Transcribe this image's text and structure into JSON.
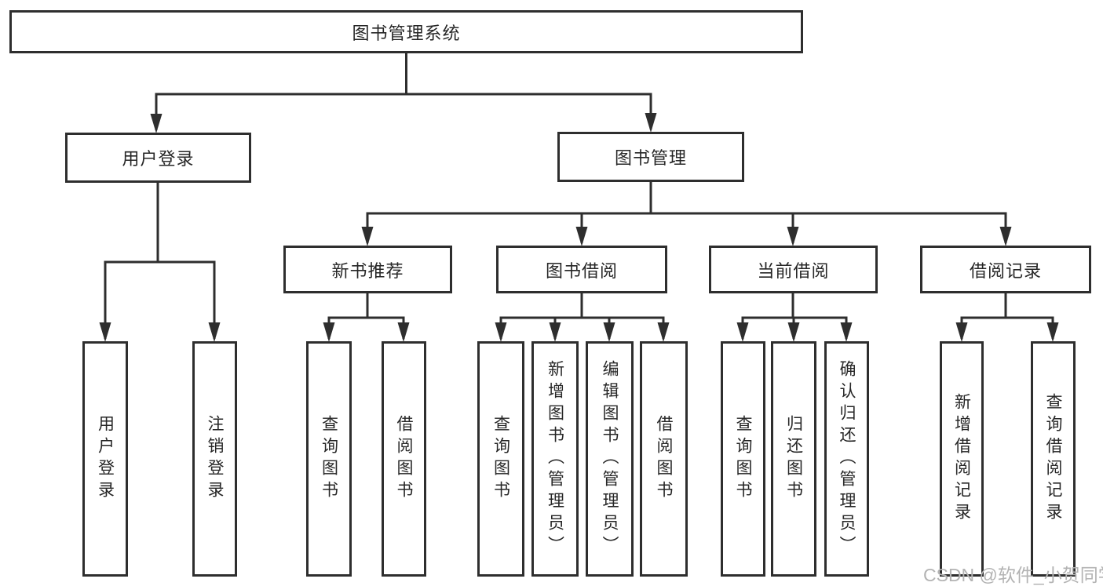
{
  "colors": {
    "line": "#2e2e2e",
    "text": "#262626",
    "watermark": "#b3b3b3",
    "background": "#ffffff"
  },
  "tree": {
    "root": "图书管理系统",
    "branches": [
      {
        "label": "用户登录",
        "leaves": [
          "用户登录",
          "注销登录"
        ]
      },
      {
        "label": "图书管理",
        "groups": [
          {
            "label": "新书推荐",
            "leaves": [
              "查询图书",
              "借阅图书"
            ]
          },
          {
            "label": "图书借阅",
            "leaves": [
              "查询图书",
              "新增图书（管理员）",
              "编辑图书（管理员）",
              "借阅图书"
            ]
          },
          {
            "label": "当前借阅",
            "leaves": [
              "查询图书",
              "归还图书",
              "确认归还（管理员）"
            ]
          },
          {
            "label": "借阅记录",
            "leaves": [
              "新增借阅记录",
              "查询借阅记录"
            ]
          }
        ]
      }
    ]
  },
  "watermark": "CSDN @软件_小贺同学"
}
